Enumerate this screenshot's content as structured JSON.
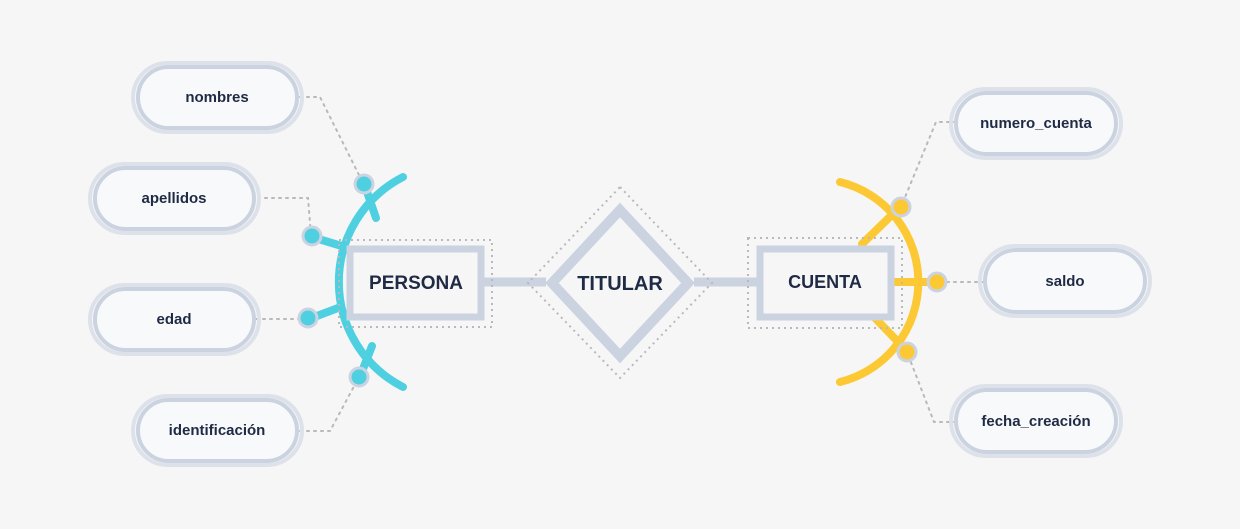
{
  "colors": {
    "background": "#f6f6f6",
    "entity_border": "#cbd3e1",
    "dotted": "#b9b9b9",
    "text": "#1f2a44",
    "persona_accent": "#4fd0e0",
    "cuenta_accent": "#fcc934",
    "node_fill": "#ffffff"
  },
  "entities": {
    "persona": {
      "label": "PERSONA"
    },
    "cuenta": {
      "label": "CUENTA"
    }
  },
  "relationship": {
    "label": "TITULAR"
  },
  "attributes": {
    "persona": [
      "nombres",
      "apellidos",
      "edad",
      "identificación"
    ],
    "cuenta": [
      "numero_cuenta",
      "saldo",
      "fecha_creación"
    ]
  }
}
